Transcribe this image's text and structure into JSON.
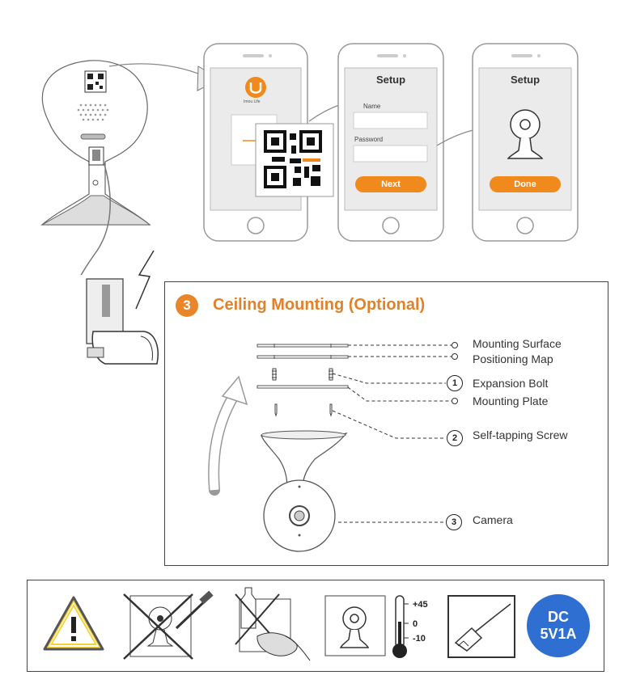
{
  "setup_flow": {
    "phone1": {
      "app_name": "Imou Life"
    },
    "phone2": {
      "title": "Setup",
      "fields": [
        "Name",
        "Password"
      ],
      "button": "Next"
    },
    "phone3": {
      "title": "Setup",
      "button": "Done"
    }
  },
  "ceiling_section": {
    "number": "3",
    "title": "Ceiling Mounting (Optional)",
    "parts": [
      {
        "label": "Mounting Surface",
        "callout": ""
      },
      {
        "label": "Positioning Map",
        "callout": ""
      },
      {
        "label": "Expansion Bolt",
        "callout": "1"
      },
      {
        "label": "Mounting Plate",
        "callout": ""
      },
      {
        "label": "Self-tapping Screw",
        "callout": "2"
      },
      {
        "label": "Camera",
        "callout": "3"
      }
    ]
  },
  "warnings": {
    "temperature": {
      "high": "+45",
      "mid": "0",
      "low": "-10"
    },
    "power": {
      "line1": "DC",
      "line2": "5V1A"
    }
  },
  "colors": {
    "accent_orange": "#f08a1c",
    "title_orange": "#e0822a",
    "dc_blue": "#2f6fd1",
    "warning_yellow": "#f2d33a"
  }
}
